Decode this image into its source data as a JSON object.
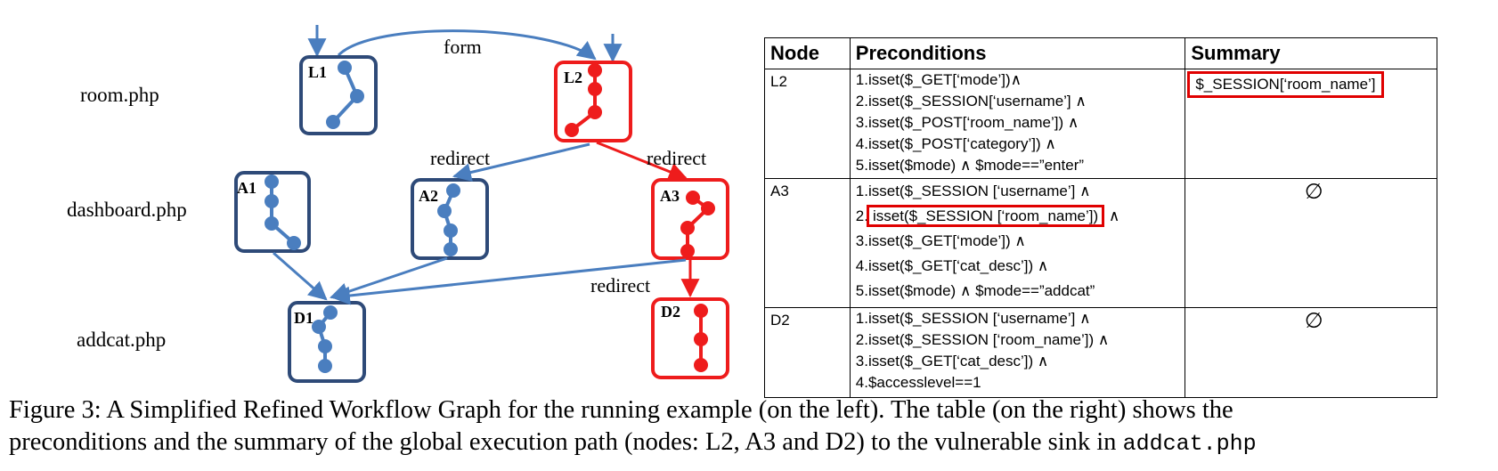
{
  "graph": {
    "pages": {
      "room": "room.php",
      "dashboard": "dashboard.php",
      "addcat": "addcat.php"
    },
    "edge_labels": {
      "form": "form",
      "redirect_l2_a2": "redirect",
      "redirect_l2_a3": "redirect",
      "redirect_a3_d2": "redirect"
    },
    "nodes": {
      "L1": "L1",
      "L2": "L2",
      "A1": "A1",
      "A2": "A2",
      "A3": "A3",
      "D1": "D1",
      "D2": "D2"
    },
    "colors": {
      "blue": "#4a7ebf",
      "dark_blue": "#2e4a78",
      "red": "#ee1c1c"
    }
  },
  "table": {
    "headers": {
      "node": "Node",
      "preconditions": "Preconditions",
      "summary": "Summary"
    },
    "rows": [
      {
        "node": "L2",
        "pre": [
          "1.isset($_GET[‘mode’])∧",
          "2.isset($_SESSION[‘username’] ∧",
          "3.isset($_POST[‘room_name’]) ∧",
          "4.isset($_POST[‘category’]) ∧",
          "5.isset($mode) ∧ $mode==”enter”"
        ],
        "summary": "$_SESSION[‘room_name’]"
      },
      {
        "node": "A3",
        "pre": [
          "1.isset($_SESSION [‘username’] ∧",
          "2.",
          "isset($_SESSION [‘room_name’])",
          " ∧",
          "3.isset($_GET[‘mode’]) ∧",
          "4.isset($_GET[‘cat_desc’]) ∧",
          "5.isset($mode) ∧ $mode==”addcat”"
        ],
        "summary": "∅"
      },
      {
        "node": "D2",
        "pre": [
          "1.isset($_SESSION [‘username’] ∧",
          "2.isset($_SESSION [‘room_name’]) ∧",
          "3.isset($_GET[‘cat_desc’]) ∧",
          "4.$accesslevel==1"
        ],
        "summary": "∅"
      }
    ]
  },
  "caption": {
    "line1": "Figure 3: A Simplified Refined Workflow Graph for the running example (on the left). The table (on the right) shows the",
    "line2": "preconditions and the summary of the global execution path (nodes: L2, A3 and D2) to the vulnerable sink in ",
    "code": "addcat.php"
  }
}
